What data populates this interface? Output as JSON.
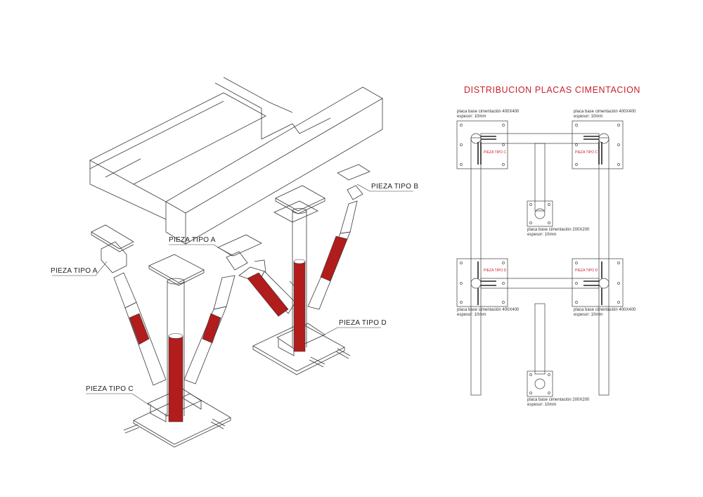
{
  "colors": {
    "accent_red": "#b11c1c",
    "line": "#3a3a3a",
    "title_red": "#c8202b",
    "background": "#ffffff"
  },
  "isometric": {
    "labels": {
      "pieza_a_left": "PIEZA TIPO A",
      "pieza_a_mid": "PIEZA TIPO A",
      "pieza_b": "PIEZA TIPO B",
      "pieza_c": "PIEZA TIPO C",
      "pieza_d": "PIEZA TIPO D"
    }
  },
  "plan": {
    "title": "DISTRIBUCION PLACAS CIMENTACION",
    "notes": {
      "large_desc": "placa base cimentación 400X400",
      "small_desc": "placa base cimentación 200X200",
      "thickness": "espesor: 10mm"
    },
    "tags": {
      "tipo_c": "PIEZA TIPO C",
      "tipo_d": "PIEZA TIPO D"
    }
  }
}
